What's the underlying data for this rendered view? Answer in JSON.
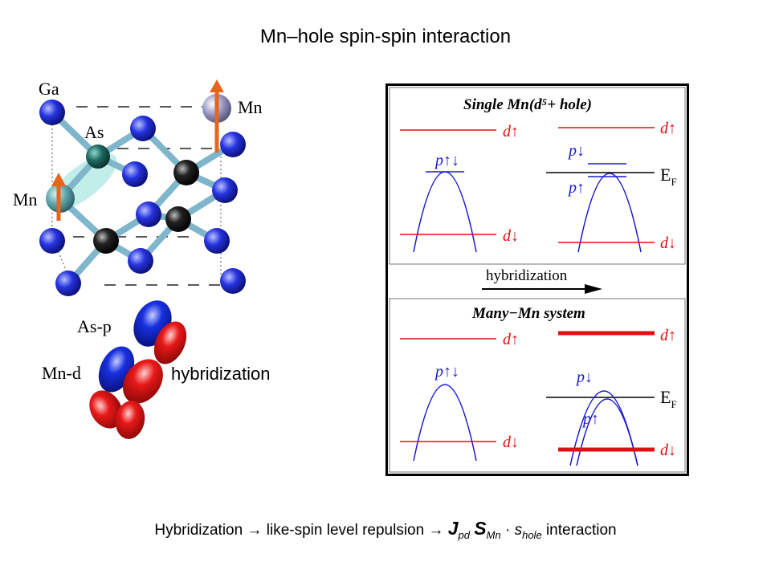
{
  "title": "Mn–hole spin-spin interaction",
  "crystal": {
    "labels": {
      "ga": "Ga",
      "as": "As",
      "mn_top": "Mn",
      "mn_left": "Mn"
    }
  },
  "orbitals": {
    "as_label": "As-p",
    "mn_label": "Mn-d",
    "hybridization_label": "hybridization"
  },
  "panel": {
    "top_title": "Single Mn(d⁵+ hole)",
    "bottom_title": "Many−Mn system",
    "arrow_label": "hybridization",
    "level_labels": {
      "d_up": "d↑",
      "d_down": "d↓",
      "p_updown": "p↑↓",
      "p_up": "p↑",
      "p_down": "p↓",
      "fermi": "E",
      "fermi_sub": "F"
    }
  },
  "caption": {
    "part1": "Hybridization",
    "arrow": "→",
    "part2": "like-spin level repulsion",
    "J": "J",
    "J_sub": "pd",
    "S": "S",
    "S_sub": "Mn",
    "dot": "·",
    "s": "s",
    "s_sub": "hole",
    "part3": "interaction"
  },
  "colors": {
    "blue_atom": "#1a22d6",
    "black_atom": "#111111",
    "teal_atom": "#1f5f5a",
    "bond": "#7fb6cc",
    "arrow_orange": "#e8641b",
    "level_red": "#e01010",
    "band_blue": "#1a1ad0",
    "orbital_red": "#e01818",
    "orbital_blue": "#1428d8"
  }
}
